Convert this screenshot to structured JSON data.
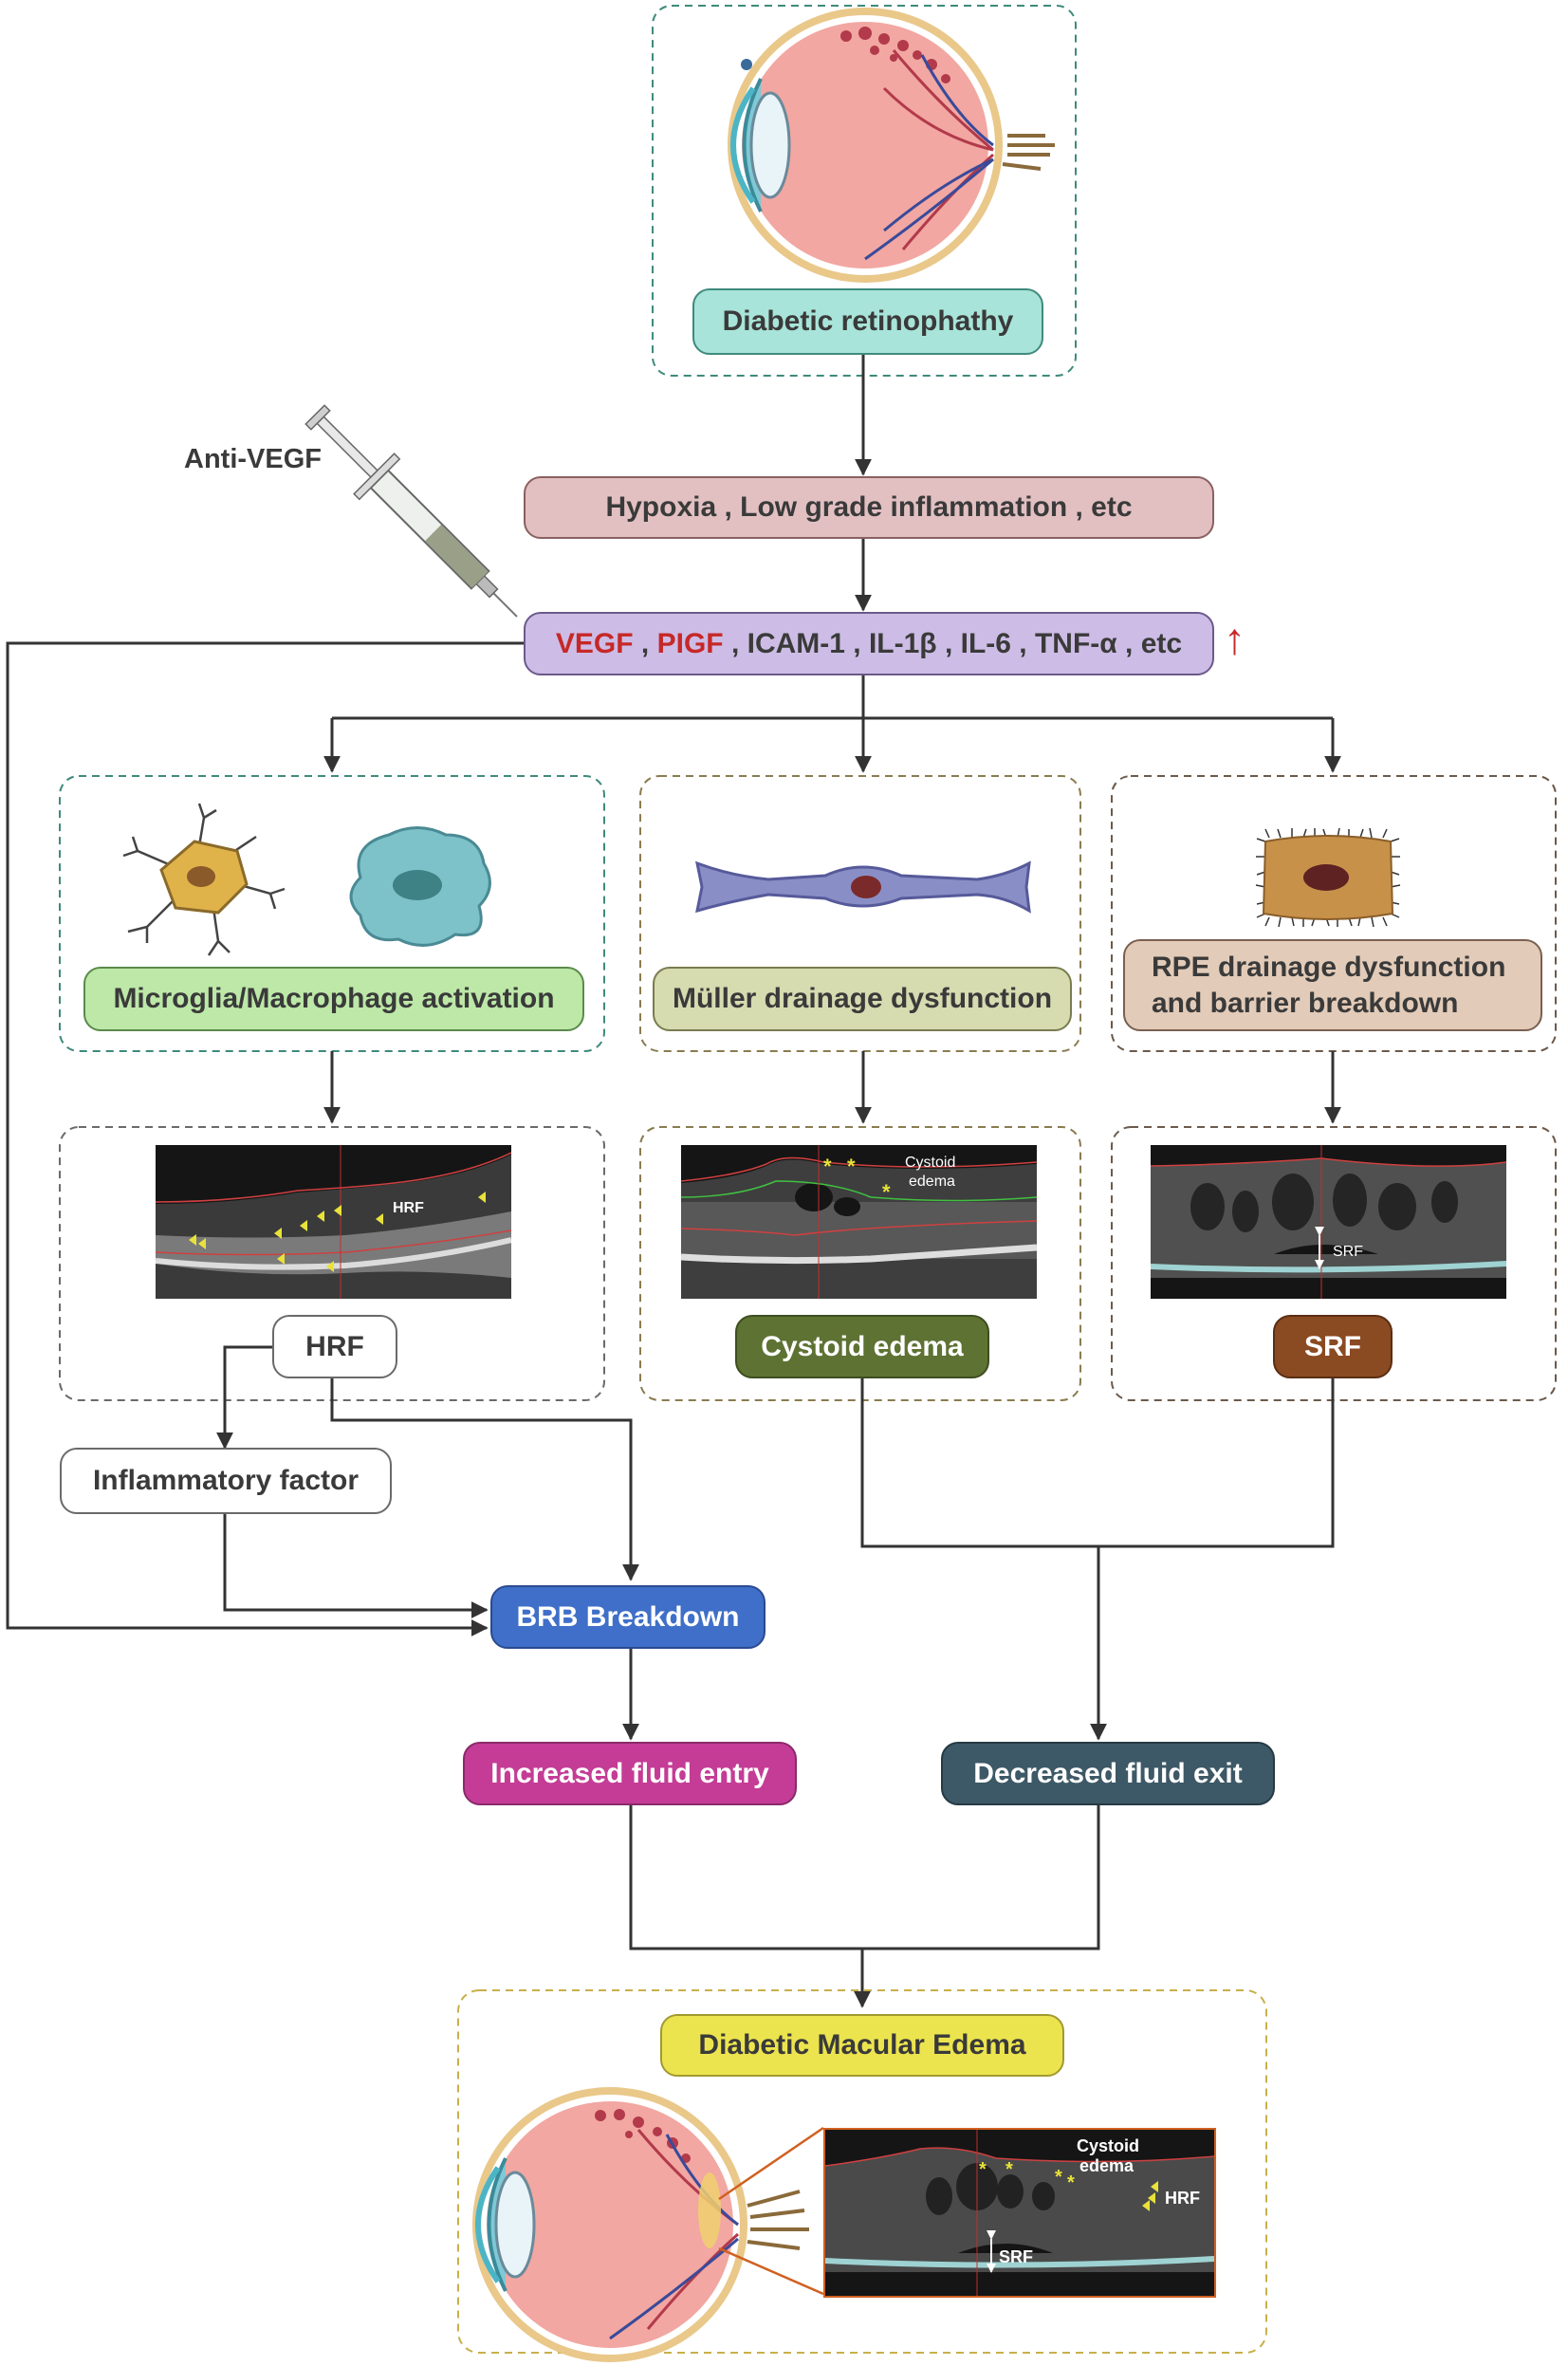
{
  "nodes": {
    "diabetic_retinopathy": "Diabetic retinophathy",
    "hypoxia": "Hypoxia , Low grade inflammation , etc",
    "factors": {
      "vegf": "VEGF",
      "sep1": " , ",
      "pigf": "PIGF",
      "rest": " , ICAM-1 , IL-1β , IL-6 , TNF-α , etc"
    },
    "up_arrow": "↑",
    "anti_vegf": "Anti-VEGF",
    "microglia": "Microglia/Macrophage activation",
    "muller": "Müller drainage dysfunction",
    "rpe_line1": "RPE drainage dysfunction",
    "rpe_line2": "and barrier breakdown",
    "hrf": "HRF",
    "cystoid": "Cystoid edema",
    "srf": "SRF",
    "inflammatory": "Inflammatory factor",
    "brb": "BRB Breakdown",
    "increased": "Increased fluid entry",
    "decreased": "Decreased fluid exit",
    "dme": "Diabetic Macular Edema"
  },
  "oct_labels": {
    "hrf": "HRF",
    "cystoid_1": "Cystoid",
    "cystoid_2": "edema",
    "srf": "SRF",
    "dme_cystoid_1": "Cystoid",
    "dme_cystoid_2": "edema",
    "dme_hrf": "HRF",
    "dme_srf": "SRF"
  },
  "colors": {
    "dr_fill": "#a8e4d9",
    "hypoxia_fill": "#e2c0c2",
    "factors_fill": "#cdbde6",
    "microglia_fill": "#bde8a8",
    "muller_fill": "#d6dbb0",
    "rpe_fill": "#e2cbb8",
    "cystoid_fill": "#5e7233",
    "srf_fill": "#8a4a22",
    "brb_fill": "#3f6fc8",
    "increased_fill": "#c43c96",
    "decreased_fill": "#3d5866",
    "dme_fill": "#ece44e",
    "accent_red": "#c62828"
  }
}
